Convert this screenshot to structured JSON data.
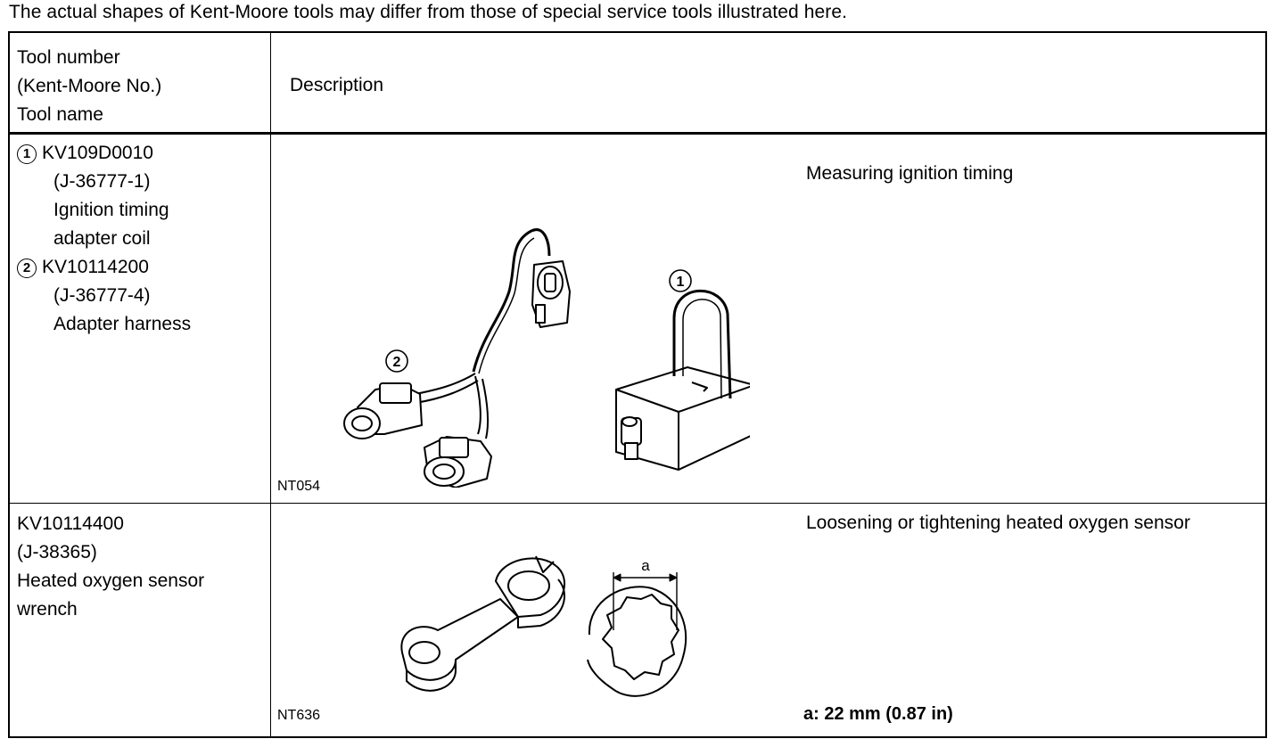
{
  "intro_note": "The actual shapes of Kent-Moore tools may differ from those of special service tools illustrated here.",
  "header": {
    "col1": [
      "Tool number",
      "(Kent-Moore No.)",
      "Tool name"
    ],
    "col2": "Description"
  },
  "rows": [
    {
      "tools": [
        {
          "marker": "1",
          "number": "KV109D0010",
          "km": "(J-36777-1)",
          "name1": "Ignition timing",
          "name2": "adapter coil"
        },
        {
          "marker": "2",
          "number": "KV10114200",
          "km": "(J-36777-4)",
          "name1": "Adapter harness"
        }
      ],
      "description": "Measuring ignition timing",
      "figure_code": "NT054",
      "callouts": [
        "1",
        "2"
      ]
    },
    {
      "lines": [
        "KV10114400",
        "(J-38365)",
        "Heated oxygen sensor",
        "wrench"
      ],
      "description": "Loosening or tightening heated oxygen sensor",
      "figure_code": "NT636",
      "dim_label": "a",
      "spec": "a: 22 mm (0.87 in)"
    }
  ]
}
